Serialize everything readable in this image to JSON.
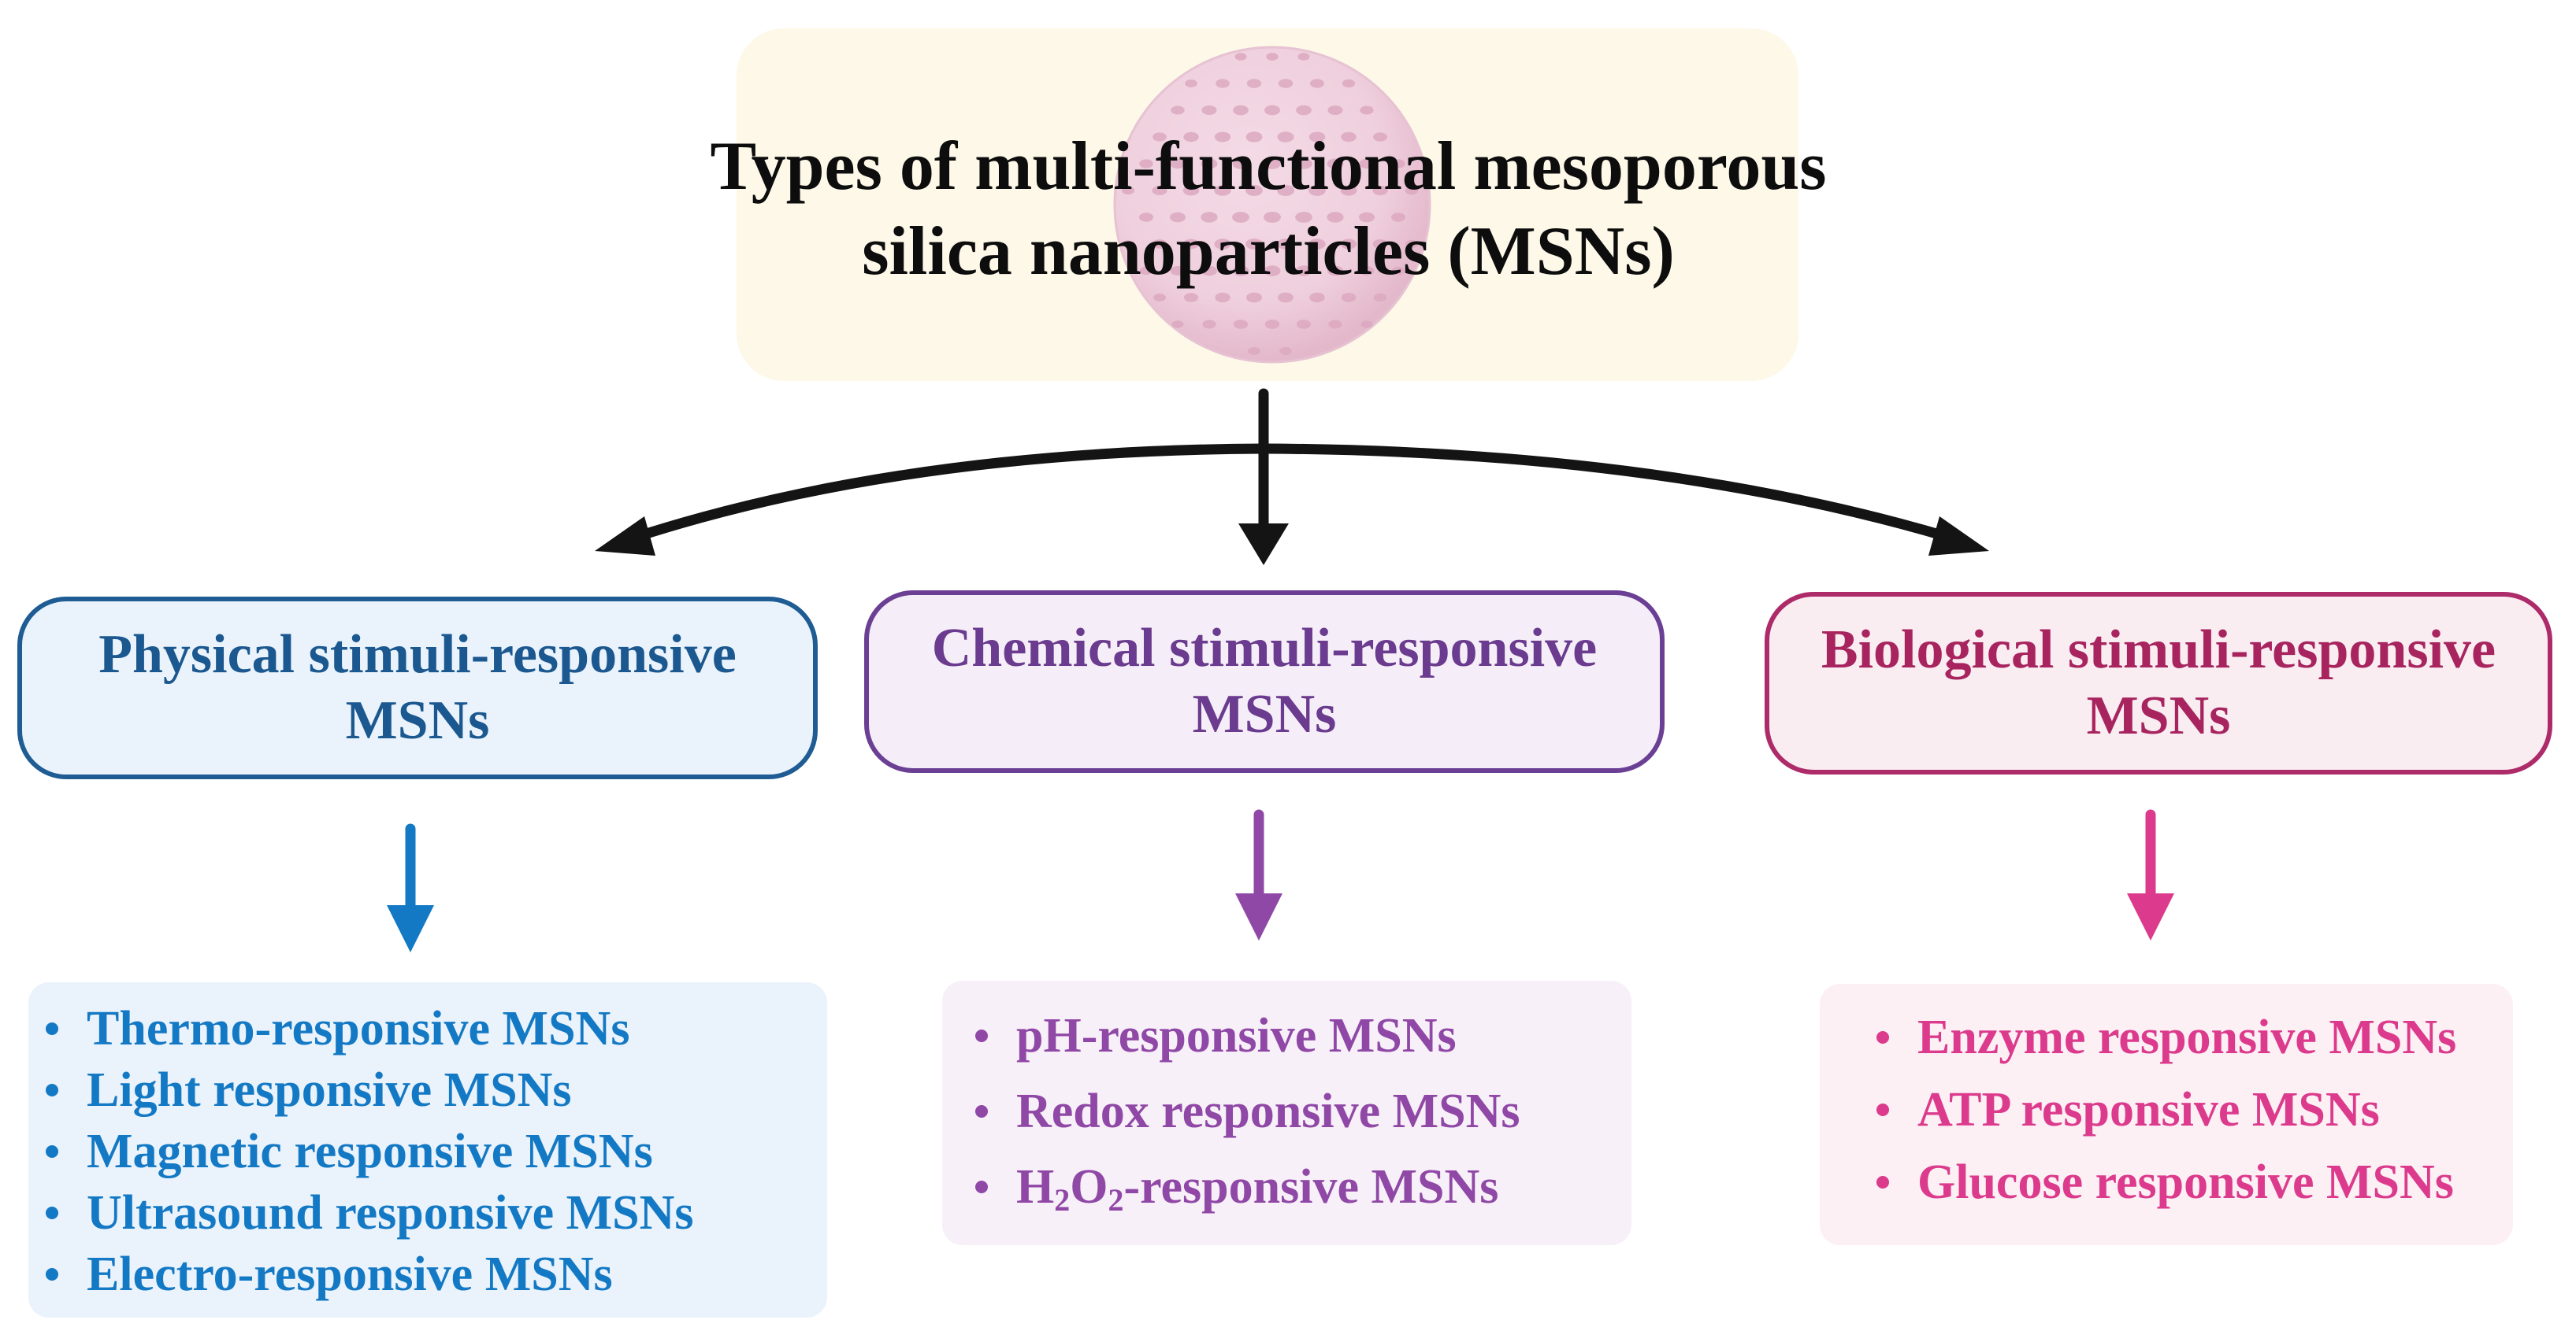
{
  "title": {
    "line1": "Types of multi-functional mesoporous",
    "line2": "silica nanoparticles (MSNs)"
  },
  "colors": {
    "title_bg": "#fdf8e8",
    "physical": "#1b5890",
    "physical_list": "#1479c4",
    "chemical": "#6a3b8e",
    "chemical_list": "#9048a6",
    "biological": "#a8245f",
    "biological_list": "#dc3a8c",
    "connector": "#141414"
  },
  "categories": {
    "physical": {
      "line1": "Physical stimuli-responsive",
      "line2": "MSNs",
      "items": [
        "Thermo-responsive MSNs",
        "Light responsive MSNs",
        "Magnetic responsive MSNs",
        "Ultrasound responsive MSNs",
        "Electro-responsive MSNs"
      ]
    },
    "chemical": {
      "line1": "Chemical stimuli-responsive",
      "line2": "MSNs",
      "items": [
        "pH-responsive MSNs",
        "Redox responsive MSNs"
      ],
      "h2o2_item": {
        "h": "H",
        "sub1": "2",
        "o": "O",
        "sub2": "2",
        "rest": "-responsive MSNs"
      }
    },
    "biological": {
      "line1": "Biological stimuli-responsive",
      "line2": "MSNs",
      "items": [
        "Enzyme responsive MSNs",
        "ATP responsive MSNs",
        "Glucose responsive MSNs"
      ]
    }
  }
}
